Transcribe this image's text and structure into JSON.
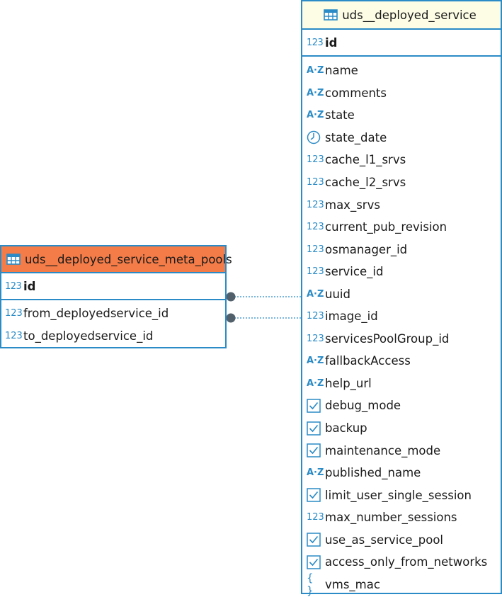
{
  "entities": {
    "deployed_service": {
      "title": "uds__deployed_service",
      "pk": {
        "type": "123",
        "name": "id"
      },
      "columns": [
        {
          "type": "AZ",
          "name": "name"
        },
        {
          "type": "AZ",
          "name": "comments"
        },
        {
          "type": "AZ",
          "name": "state"
        },
        {
          "type": "clock",
          "name": "state_date"
        },
        {
          "type": "123",
          "name": "cache_l1_srvs"
        },
        {
          "type": "123",
          "name": "cache_l2_srvs"
        },
        {
          "type": "123",
          "name": "max_srvs"
        },
        {
          "type": "123",
          "name": "current_pub_revision"
        },
        {
          "type": "123",
          "name": "osmanager_id"
        },
        {
          "type": "123",
          "name": "service_id"
        },
        {
          "type": "AZ",
          "name": "uuid"
        },
        {
          "type": "123",
          "name": "image_id"
        },
        {
          "type": "123",
          "name": "servicesPoolGroup_id"
        },
        {
          "type": "AZ",
          "name": "fallbackAccess"
        },
        {
          "type": "AZ",
          "name": "help_url"
        },
        {
          "type": "check",
          "name": "debug_mode"
        },
        {
          "type": "check",
          "name": "backup"
        },
        {
          "type": "check",
          "name": "maintenance_mode"
        },
        {
          "type": "AZ",
          "name": "published_name"
        },
        {
          "type": "check",
          "name": "limit_user_single_session"
        },
        {
          "type": "123",
          "name": "max_number_sessions"
        },
        {
          "type": "check",
          "name": "use_as_service_pool"
        },
        {
          "type": "check",
          "name": "access_only_from_networks"
        },
        {
          "type": "json",
          "name": "vms_mac"
        }
      ]
    },
    "meta_pools": {
      "title": "uds__deployed_service_meta_pools",
      "pk": {
        "type": "123",
        "name": "id"
      },
      "columns": [
        {
          "type": "123",
          "name": "from_deployedservice_id"
        },
        {
          "type": "123",
          "name": "to_deployedservice_id"
        }
      ]
    }
  },
  "colors": {
    "border": "#2a8bc6",
    "header_main": "#fdfde6",
    "header_meta": "#f47c48",
    "connector": "#51606b"
  },
  "icons": {
    "table": "table-icon",
    "123": "numeric-type-icon",
    "AZ": "string-type-icon",
    "clock": "datetime-type-icon",
    "check": "boolean-type-icon",
    "json": "json-type-icon"
  }
}
